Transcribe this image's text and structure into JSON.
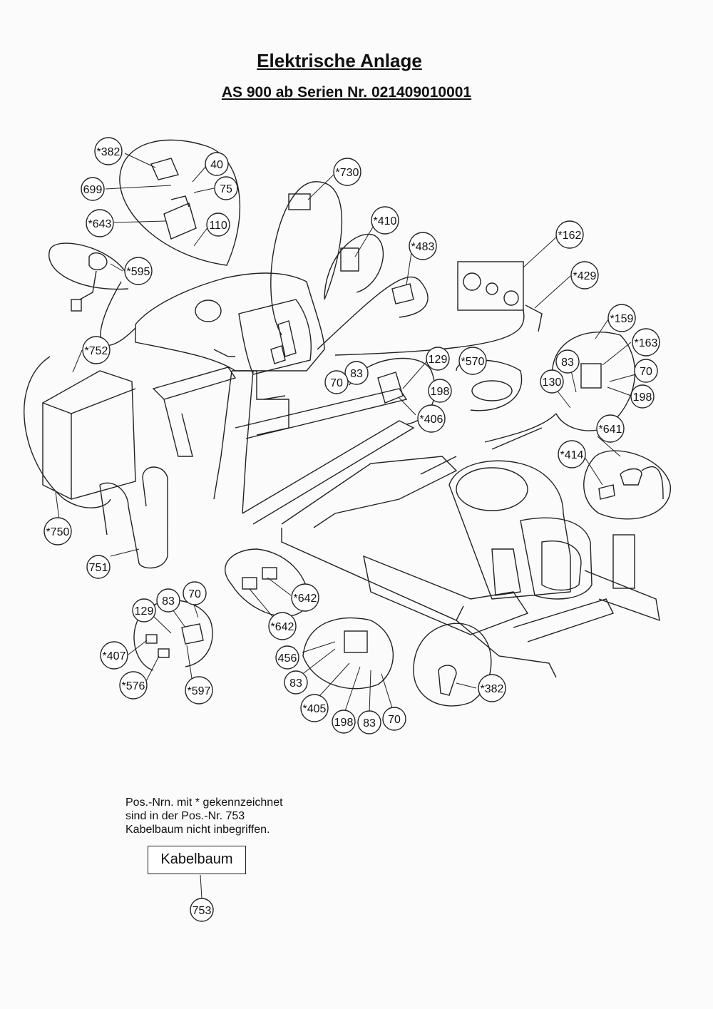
{
  "title": "Elektrische Anlage",
  "subtitle": "AS 900 ab Serien Nr. 021409010001",
  "note_lines": [
    "Pos.-Nrn. mit * gekennzeichnet",
    "sind in der Pos.-Nr. 753",
    "Kabelbaum nicht inbegriffen."
  ],
  "legend_box_label": "Kabelbaum",
  "legend_box_number": "753",
  "callouts": [
    "*382",
    "40",
    "699",
    "75",
    "*643",
    "110",
    "*730",
    "*410",
    "*483",
    "*595",
    "*162",
    "*429",
    "*159",
    "*163",
    "*752",
    "129",
    "*570",
    "83",
    "70",
    "198",
    "*406",
    "83",
    "130",
    "70",
    "198",
    "*641",
    "*414",
    "*750",
    "751",
    "70",
    "83",
    "129",
    "*642",
    "*642",
    "*407",
    "*576",
    "*597",
    "456",
    "83",
    "*405",
    "198",
    "83",
    "70",
    "*382"
  ]
}
